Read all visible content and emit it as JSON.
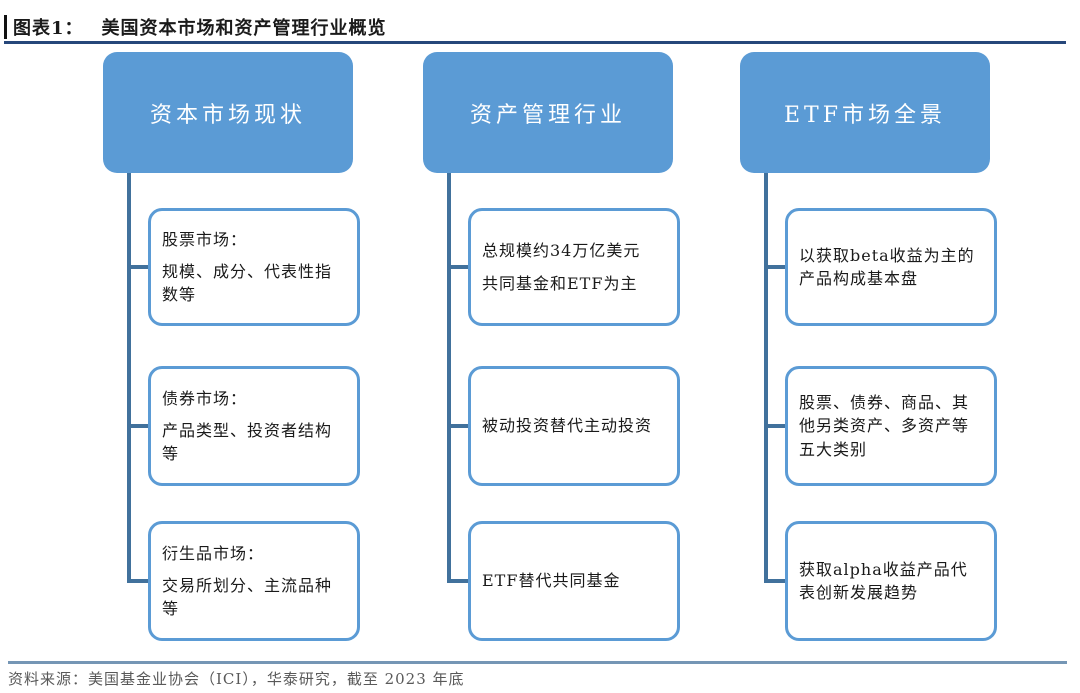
{
  "figure": {
    "label": "图表1：",
    "title": "美国资本市场和资产管理行业概览"
  },
  "columns": [
    {
      "header": "资本市场现状",
      "items": [
        {
          "title": "股票市场：",
          "text": "规模、成分、代表性指数等"
        },
        {
          "title": "债券市场：",
          "text": "产品类型、投资者结构等"
        },
        {
          "title": "衍生品市场：",
          "text": "交易所划分、主流品种等"
        }
      ]
    },
    {
      "header": "资产管理行业",
      "items": [
        {
          "title": "总规模约34万亿美元",
          "text": "共同基金和ETF为主"
        },
        {
          "title": "",
          "text": "被动投资替代主动投资"
        },
        {
          "title": "",
          "text": "ETF替代共同基金"
        }
      ]
    },
    {
      "header": "ETF市场全景",
      "items": [
        {
          "title": "",
          "text": "以获取beta收益为主的产品构成基本盘"
        },
        {
          "title": "",
          "text": "股票、债券、商品、其他另类资产、多资产等五大类别"
        },
        {
          "title": "",
          "text": "获取alpha收益产品代表创新发展趋势"
        }
      ]
    }
  ],
  "footer": {
    "source": "资料来源：美国基金业协会（ICI），华泰研究，截至 2023 年底"
  },
  "colors": {
    "header_fill": "#5B9BD5",
    "box_border": "#5B9BD5",
    "connector": "#41719C",
    "title_rule": "#26477A",
    "footer_rule": "#7596B5",
    "footer_text": "#595959",
    "text": "#1A1A1A"
  }
}
